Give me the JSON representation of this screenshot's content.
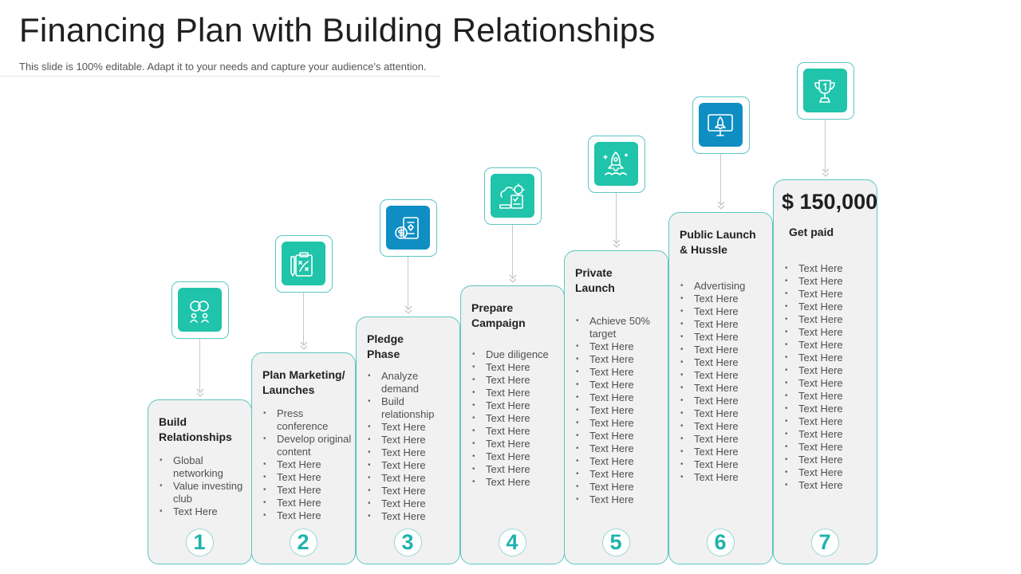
{
  "slide": {
    "title": "Financing Plan with Building Relationships",
    "subtitle": "This slide is 100% editable. Adapt it to your needs and capture your audience's attention."
  },
  "colors": {
    "accent_teal": "#1fc4aa",
    "accent_blue": "#0f8ec3",
    "card_border": "#5cc7c3",
    "card_fill": "#f1f1f1",
    "number_color": "#1fb3ad"
  },
  "steps": [
    {
      "number": "1",
      "title": "Build\nRelationships",
      "price": "",
      "icon": "chain-link-people-icon",
      "icon_color": "teal",
      "bullets": [
        "Global networking",
        "Value investing club",
        "Text Here"
      ]
    },
    {
      "number": "2",
      "title": "Plan Marketing/\nLaunches",
      "price": "",
      "icon": "strategy-clipboard-icon",
      "icon_color": "teal",
      "bullets": [
        "Press conference",
        "Develop original content",
        "Text Here",
        "Text Here",
        "Text Here",
        "Text Here",
        "Text Here"
      ]
    },
    {
      "number": "3",
      "title": "Pledge\nPhase",
      "price": "",
      "icon": "dollar-document-icon",
      "icon_color": "blue",
      "bullets": [
        "Analyze demand",
        "Build relationship",
        "Text Here",
        "Text Here",
        "Text Here",
        "Text Here",
        "Text Here",
        "Text Here",
        "Text Here",
        "Text Here"
      ]
    },
    {
      "number": "4",
      "title": "Prepare\nCampaign",
      "price": "",
      "icon": "cloud-gear-report-icon",
      "icon_color": "teal",
      "bullets": [
        "Due diligence",
        "Text Here",
        "Text Here",
        "Text Here",
        "Text Here",
        "Text Here",
        "Text Here",
        "Text Here",
        "Text Here",
        "Text Here",
        "Text Here"
      ]
    },
    {
      "number": "5",
      "title": "Private\nLaunch",
      "price": "",
      "icon": "rocket-launch-icon",
      "icon_color": "teal",
      "bullets": [
        "Achieve 50% target",
        "Text Here",
        "Text Here",
        "Text Here",
        "Text Here",
        "Text Here",
        "Text Here",
        "Text Here",
        "Text Here",
        "Text Here",
        "Text Here",
        "Text Here",
        "Text Here",
        "Text Here"
      ]
    },
    {
      "number": "6",
      "title": "Public Launch\n& Hussle",
      "price": "",
      "icon": "monitor-rocket-icon",
      "icon_color": "blue",
      "bullets": [
        "Advertising",
        "Text Here",
        "Text Here",
        "Text Here",
        "Text Here",
        "Text Here",
        "Text Here",
        "Text Here",
        "Text Here",
        "Text Here",
        "Text Here",
        "Text Here",
        "Text Here",
        "Text Here",
        "Text Here",
        "Text Here"
      ]
    },
    {
      "number": "7",
      "title": "Get paid",
      "price": "$ 150,000",
      "icon": "trophy-icon",
      "icon_color": "teal",
      "bullets": [
        "Text Here",
        "Text Here",
        "Text Here",
        "Text Here",
        "Text Here",
        "Text Here",
        "Text Here",
        "Text Here",
        "Text Here",
        "Text Here",
        "Text Here",
        "Text Here",
        "Text Here",
        "Text Here",
        "Text Here",
        "Text Here",
        "Text Here",
        "Text Here"
      ]
    }
  ]
}
